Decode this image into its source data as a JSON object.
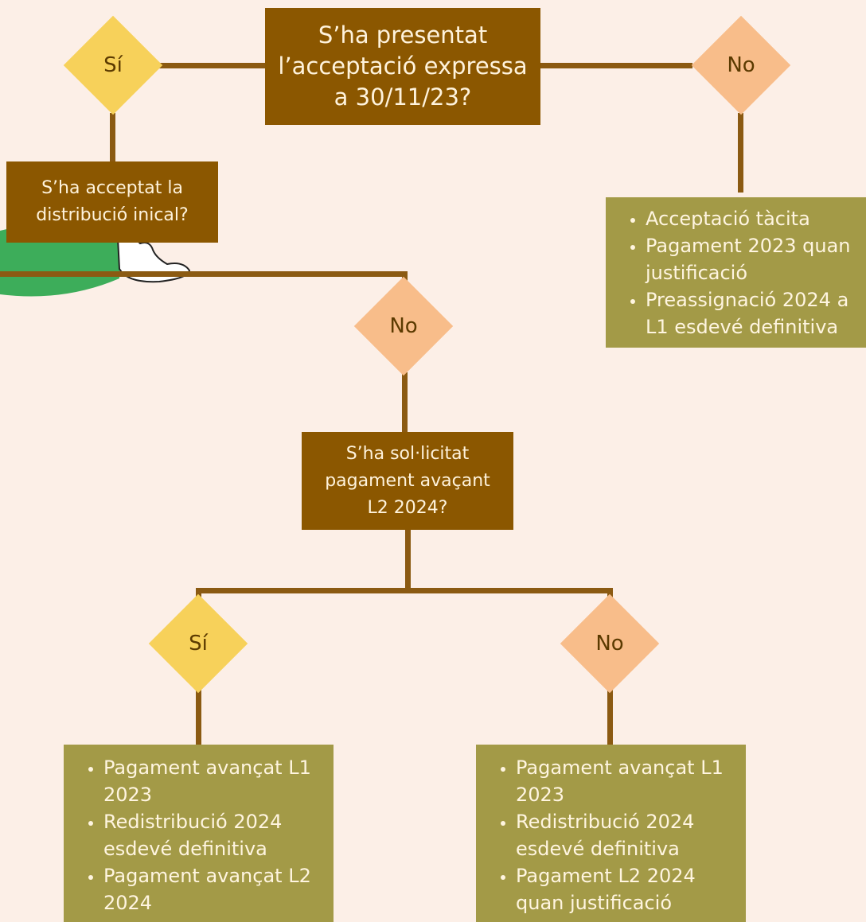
{
  "colors": {
    "background": "#fcefe7",
    "question_box": "#8b5700",
    "connector": "#8b5a12",
    "yes_diamond": "#f7d15a",
    "no_diamond": "#f8bd8a",
    "result_box": "#a39a47",
    "decoration_green": "#3dad5a"
  },
  "q1": {
    "text": "S’ha presentat\nl’acceptació expressa\na 30/11/23?"
  },
  "q1_yes": {
    "label": "Sí"
  },
  "q1_no": {
    "label": "No"
  },
  "q2": {
    "text": "S’ha acceptat la\ndistribució inical?"
  },
  "q2_no": {
    "label": "No"
  },
  "q3": {
    "text": "S’ha sol·licitat\npagament avaçant\nL2 2024?"
  },
  "q3_yes": {
    "label": "Sí"
  },
  "q3_no": {
    "label": "No"
  },
  "result_tacit": {
    "items": [
      "Acceptació tàcita",
      "Pagament 2023 quan justificació",
      "Preassignació 2024 a L1 esdevé definitiva"
    ]
  },
  "result_yes": {
    "items": [
      "Pagament avançat L1 2023",
      "Redistribució 2024 esdevé definitiva",
      "Pagament avançat L2 2024"
    ]
  },
  "result_no": {
    "items": [
      "Pagament avançat L1 2023",
      "Redistribució 2024 esdevé definitiva",
      "Pagament L2 2024 quan justificació"
    ]
  }
}
